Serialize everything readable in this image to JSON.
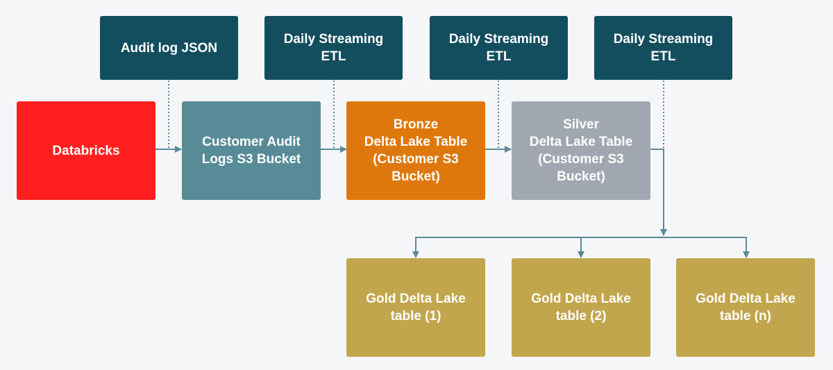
{
  "colors": {
    "navy": "#134e5e",
    "databricks": "#ff1f1f",
    "customer_bucket": "#588b98",
    "bronze": "#de780c",
    "silver": "#a1a7b0",
    "gold": "#c2a64d",
    "connector": "#5a8b98"
  },
  "diagram": {
    "top": {
      "audit_log": "Audit log JSON",
      "etl_1": "Daily Streaming\nETL",
      "etl_2": "Daily Streaming\nETL",
      "etl_3": "Daily Streaming\nETL"
    },
    "main": {
      "databricks": "Databricks",
      "customer_bucket": "Customer Audit\nLogs S3 Bucket",
      "bronze": "Bronze\nDelta Lake Table\n(Customer S3\nBucket)",
      "silver": "Silver\nDelta Lake Table\n(Customer S3\nBucket)"
    },
    "gold": {
      "gold_1": "Gold Delta Lake\ntable (1)",
      "gold_2": "Gold Delta Lake\ntable (2)",
      "gold_n": "Gold Delta Lake\ntable (n)"
    }
  }
}
